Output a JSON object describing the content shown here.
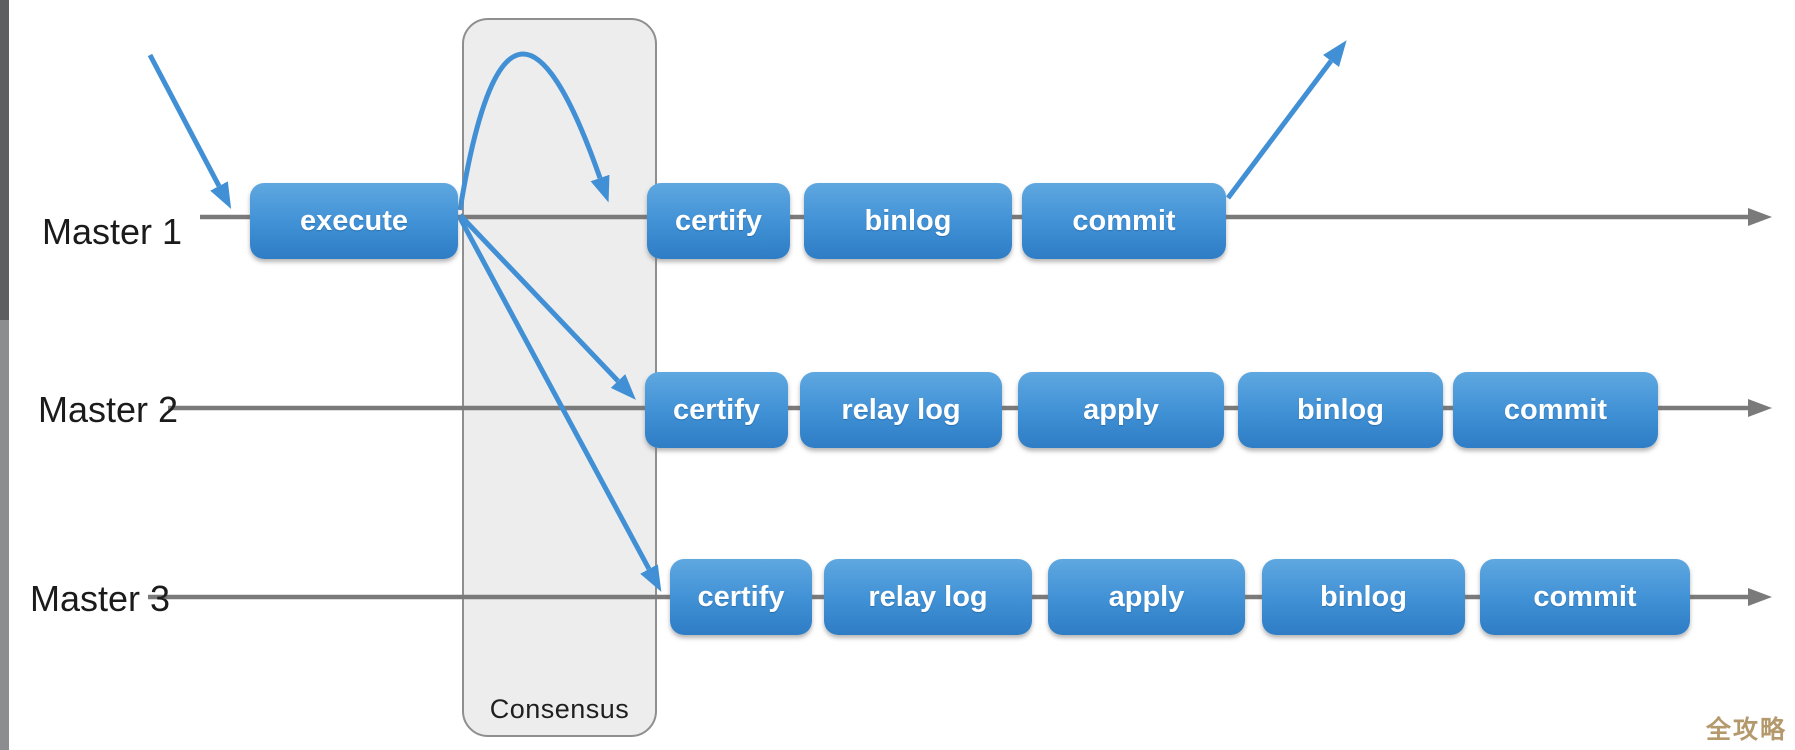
{
  "lanes": [
    {
      "label": "Master 1",
      "steps": [
        "execute",
        "certify",
        "binlog",
        "commit"
      ]
    },
    {
      "label": "Master 2",
      "steps": [
        "certify",
        "relay log",
        "apply",
        "binlog",
        "commit"
      ]
    },
    {
      "label": "Master 3",
      "steps": [
        "certify",
        "relay log",
        "apply",
        "binlog",
        "commit"
      ]
    }
  ],
  "consensus": {
    "label": "Consensus"
  },
  "watermark": {
    "text": "全攻略"
  },
  "colors": {
    "step_box_blue": "#4191d6",
    "step_box_gradient_top": "#5fa8e0",
    "step_box_gradient_bottom": "#2e7dc5",
    "arrow_blue": "#4190d5",
    "timeline_gray": "#7a7a7a",
    "consensus_fill": "#ededee",
    "consensus_border": "#8f8f8f",
    "label_text": "#1b1b1b",
    "watermark_gold": "#b4996c"
  }
}
